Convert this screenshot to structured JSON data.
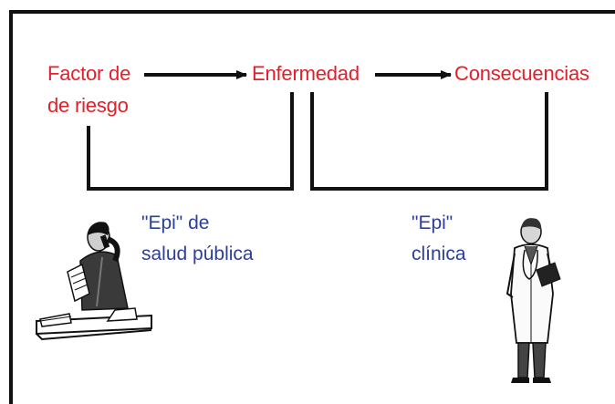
{
  "nodes": {
    "risk_factor_line1": "Factor de",
    "risk_factor_line2": "de riesgo",
    "disease": "Enfermedad",
    "consequences": "Consecuencias"
  },
  "groups": {
    "public_health_line1": "\"Epi\" de",
    "public_health_line2": "salud pública",
    "clinical_line1": "\"Epi\"",
    "clinical_line2": "clínica"
  },
  "colors": {
    "node_text": "#e0202a",
    "group_text": "#2d3f96",
    "lines": "#111111"
  },
  "icons": {
    "left": "office-worker-on-phone-icon",
    "right": "doctor-with-clipboard-icon"
  }
}
